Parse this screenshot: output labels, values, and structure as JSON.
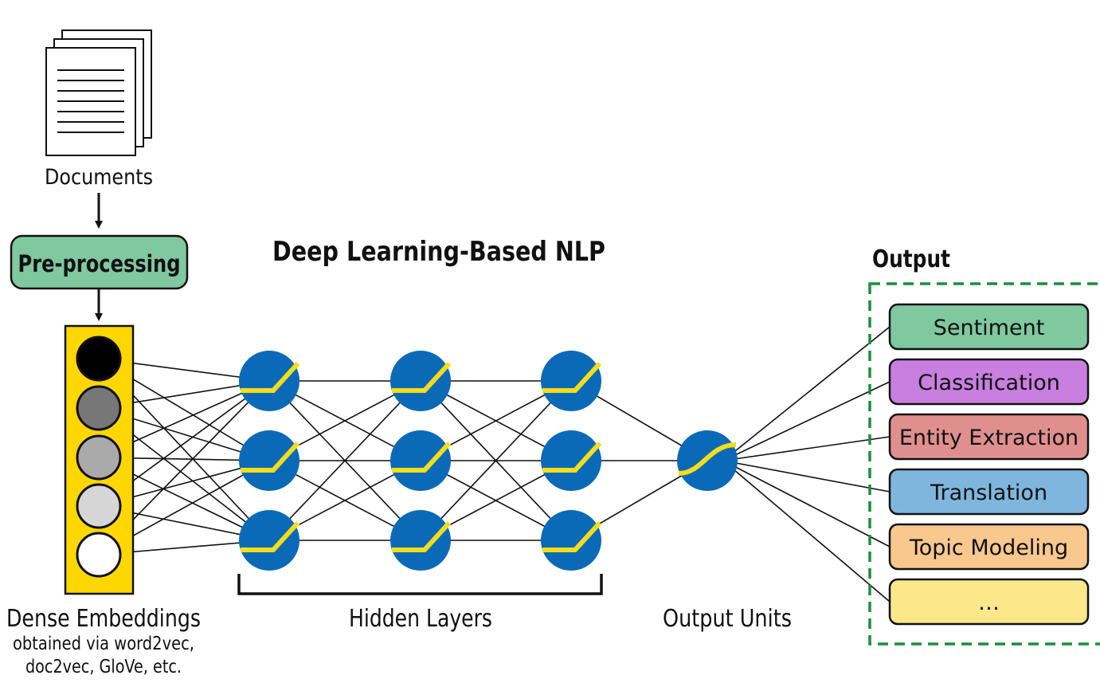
{
  "title": "Deep Learning-Based NLP",
  "documents": {
    "label": "Documents",
    "icon": "document-stack-icon"
  },
  "preprocessing": {
    "label": "Pre-processing",
    "color": "#7fc8a0"
  },
  "embeddings": {
    "label": "Dense Embeddings",
    "sub1": "obtained via word2vec,",
    "sub2": "doc2vec, GloVe, etc.",
    "box_color": "#ffd700",
    "node_colors": [
      "#000000",
      "#777777",
      "#aaaaaa",
      "#d6d6d6",
      "#ffffff"
    ]
  },
  "hidden": {
    "label": "Hidden Layers",
    "node_color": "#0b6ab8",
    "activation_color": "#f5dd1a"
  },
  "output_units": {
    "label": "Output Units"
  },
  "output": {
    "label": "Output",
    "border_color": "#1a8f3c",
    "items": [
      {
        "label": "Sentiment",
        "color": "#7fc8a0"
      },
      {
        "label": "Classification",
        "color": "#c87fe0"
      },
      {
        "label": "Entity Extraction",
        "color": "#e08f8f"
      },
      {
        "label": "Translation",
        "color": "#7fb6de"
      },
      {
        "label": "Topic Modeling",
        "color": "#f9c88f"
      },
      {
        "label": "…",
        "color": "#fbe88a"
      }
    ]
  }
}
